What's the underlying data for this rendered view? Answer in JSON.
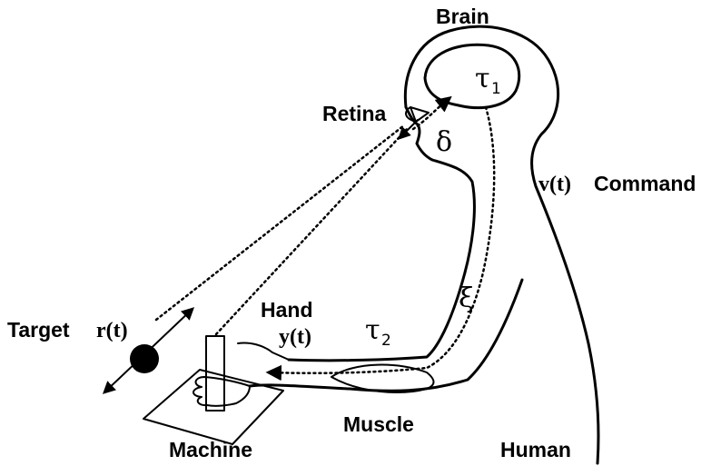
{
  "labels": {
    "brain": "Brain",
    "tau1": "τ",
    "tau1_sub": "1",
    "retina": "Retina",
    "delta": "δ",
    "command_signal": "v(t)",
    "command": "Command",
    "xi": "ξ",
    "hand": "Hand",
    "hand_signal": "y(t)",
    "tau2": "τ",
    "tau2_sub": "2",
    "target": "Target",
    "target_signal": "r(t)",
    "muscle": "Muscle",
    "machine": "Machine",
    "human": "Human"
  },
  "icons": {
    "eye": "eye-icon",
    "target_ball": "target-ball-icon",
    "joystick": "joystick-icon"
  },
  "colors": {
    "ink": "#000000",
    "background": "#ffffff"
  }
}
